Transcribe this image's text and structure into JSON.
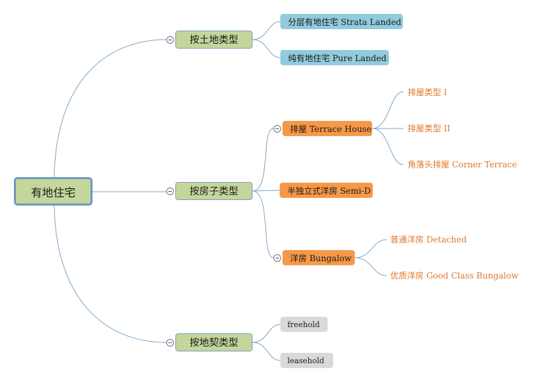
{
  "root": {
    "label": "有地住宅"
  },
  "branches": [
    {
      "label": "按土地类型",
      "children": [
        {
          "label": "分层有地住宅 Strata Landed"
        },
        {
          "label": "纯有地住宅 Pure Landed"
        }
      ]
    },
    {
      "label": "按房子类型",
      "children": [
        {
          "label": "排屋 Terrace House",
          "children": [
            {
              "label": "排屋类型 I"
            },
            {
              "label": "排屋类型 II"
            },
            {
              "label": "角落头排屋 Corner Terrace"
            }
          ]
        },
        {
          "label": "半独立式洋房 Semi-D"
        },
        {
          "label": "洋房 Bungalow",
          "children": [
            {
              "label": "普通洋房 Detached"
            },
            {
              "label": "优质洋房 Good Class Bungalow"
            }
          ]
        }
      ]
    },
    {
      "label": "按地契类型",
      "children": [
        {
          "label": "freehold"
        },
        {
          "label": "leasehold"
        }
      ]
    }
  ],
  "colors": {
    "root_fill": "#c5d69c",
    "root_border": "#709bc2",
    "branch_fill": "#c5d69c",
    "land_leaf_fill": "#91cbdc",
    "house_type_fill": "#f69847",
    "house_subtype_text": "#e0782c",
    "tenure_fill": "#d9d9d9",
    "connector": "#7ea6c8"
  }
}
